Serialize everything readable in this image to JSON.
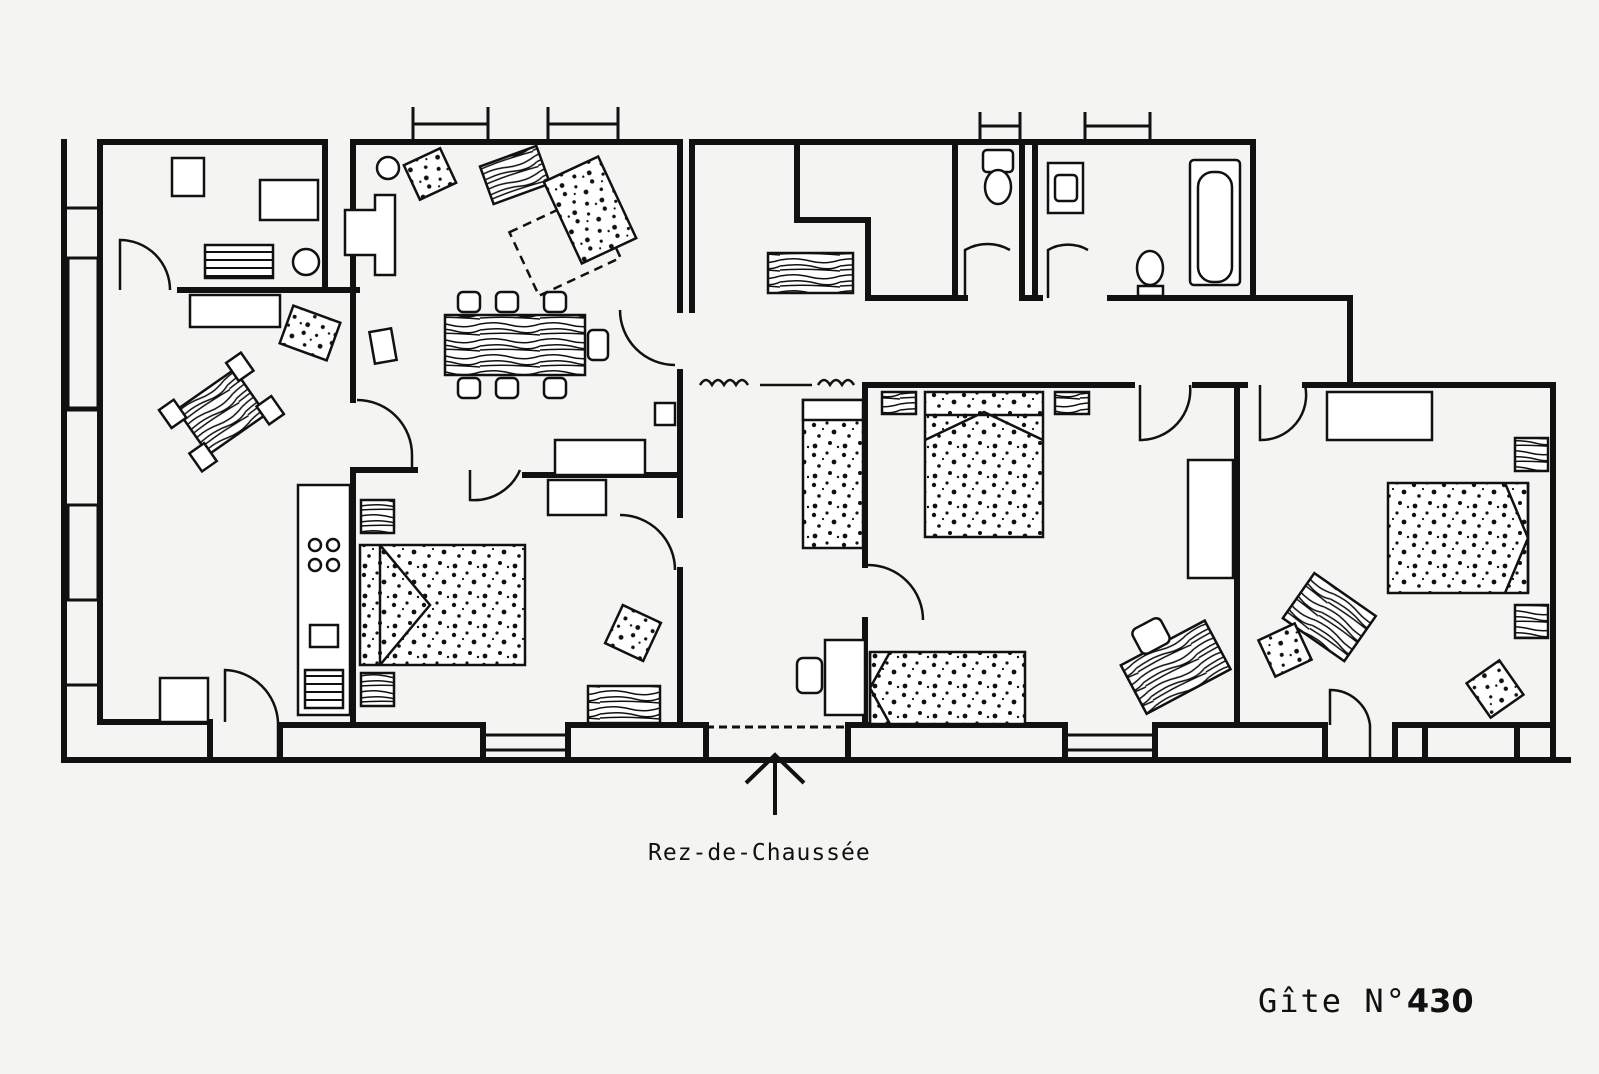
{
  "plan": {
    "level_label": "Rez-de-Chaussée",
    "gite_prefix": "Gîte  N°",
    "gite_number": "430"
  },
  "colors": {
    "ink": "#111111",
    "paper": "#f4f4f2"
  }
}
